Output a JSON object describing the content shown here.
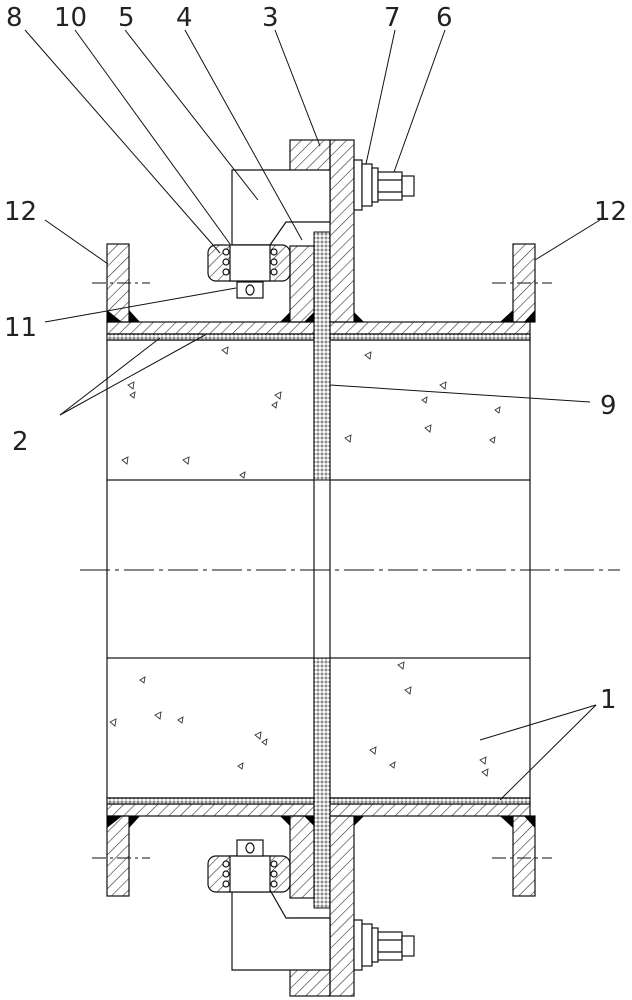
{
  "labels": {
    "l8": "8",
    "l10": "10",
    "l5": "5",
    "l4": "4",
    "l3": "3",
    "l7": "7",
    "l6": "6",
    "l12a": "12",
    "l12b": "12",
    "l11": "11",
    "l2": "2",
    "l9": "9",
    "l1": "1"
  },
  "colors": {
    "line": "#111111",
    "concrete": "#ffffff",
    "hatch": "#333333",
    "weld": "#000000"
  }
}
